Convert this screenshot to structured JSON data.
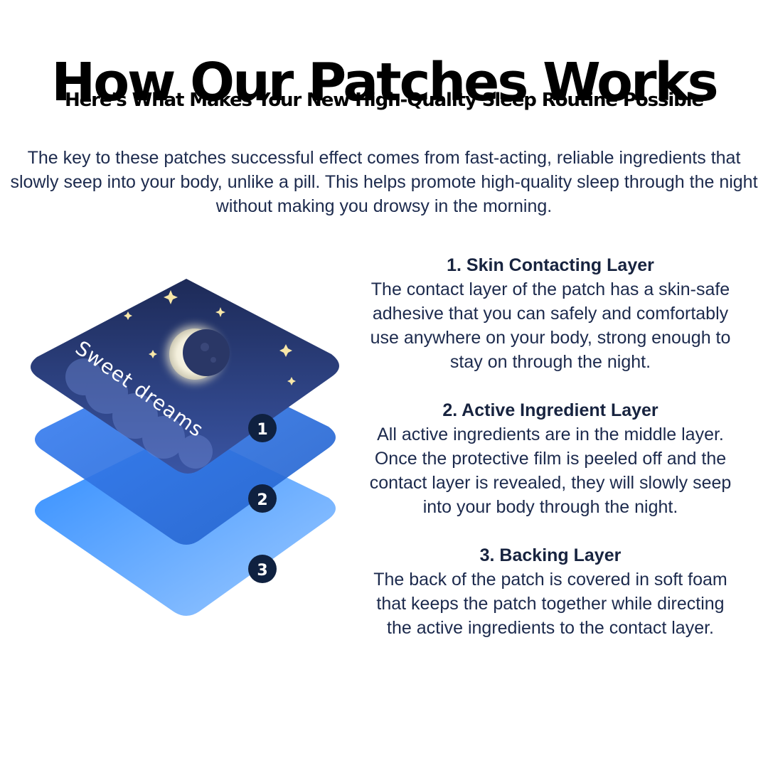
{
  "header": {
    "title": "How Our Patches Works",
    "subtitle": "Here's What Makes Your New High-Quality Sleep Routine Possible",
    "intro": "The key to these patches successful effect comes from fast-acting, reliable ingredients that slowly seep into your body, unlike a pill. This helps promote high-quality sleep through the night without making you drowsy in the morning."
  },
  "graphic": {
    "patch_text": "Sweet dreams",
    "markers": [
      "1",
      "2",
      "3"
    ],
    "colors": {
      "top_layer_dark": "#1f2d5c",
      "top_layer_light": "#3d5aa8",
      "middle_layer": "#2f6fd8",
      "bottom_layer": "#4aa3ff",
      "marker": "#0f2140"
    }
  },
  "layers": [
    {
      "heading": "1. Skin Contacting Layer",
      "body": "The contact layer of the patch has a skin-safe adhesive that you can safely and comfortably use anywhere on your body, strong enough to stay on through the night."
    },
    {
      "heading": "2. Active Ingredient Layer",
      "body": "All active ingredients are in the middle layer. Once the protective film is peeled off and the contact layer is revealed, they will slowly seep into your body through the night."
    },
    {
      "heading": "3. Backing Layer",
      "body": "The back of the patch is covered in soft foam that keeps the patch together while directing the active ingredients to the contact layer."
    }
  ]
}
